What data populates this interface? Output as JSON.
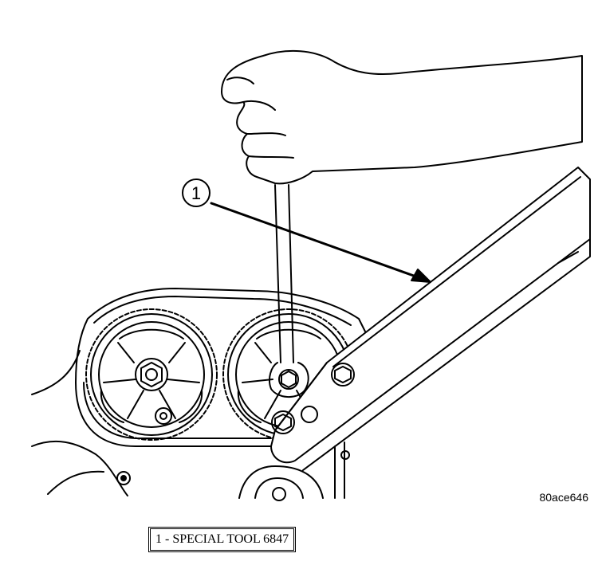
{
  "callout": {
    "number": "1"
  },
  "figure_code": "80ace646",
  "legend": {
    "text": "1 - SPECIAL TOOL 6847"
  },
  "colors": {
    "line": "#000000",
    "background": "#ffffff"
  }
}
